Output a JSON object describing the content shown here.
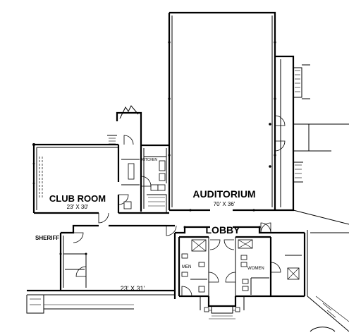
{
  "rooms": {
    "club_room": {
      "name": "CLUB ROOM",
      "size": "23' X 30'"
    },
    "auditorium": {
      "name": "AUDITORIUM",
      "size": "70' X 36'"
    },
    "lobby": {
      "name": "LOBBY"
    },
    "kitchen": {
      "name": "KITCHEN"
    },
    "sheriff": {
      "name": "SHERIFF"
    },
    "office": {
      "size": "23' X 31'"
    },
    "men": {
      "name": "MEN"
    },
    "women": {
      "name": "WOMEN"
    }
  }
}
